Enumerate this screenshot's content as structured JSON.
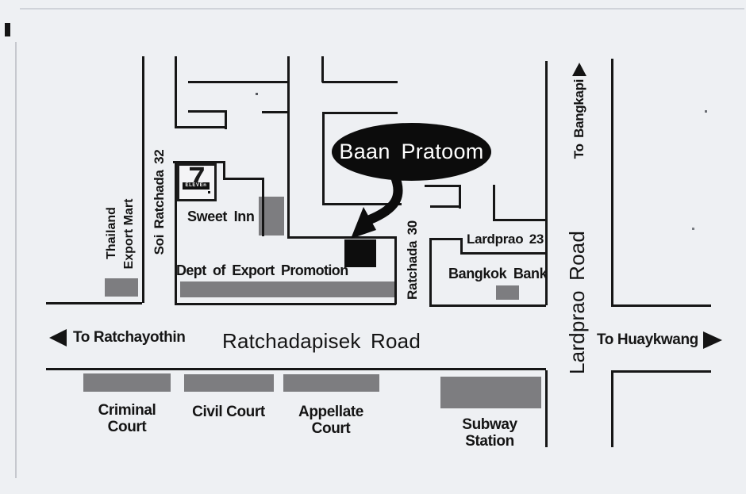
{
  "map": {
    "destination": {
      "label": "Baan Pratoom"
    },
    "places": {
      "sweet_inn": "Sweet Inn",
      "dept_export": "Dept of Export Promotion",
      "thailand_line1": "Thailand",
      "thailand_line2": "Export Mart",
      "bangkok_bank": "Bangkok Bank",
      "criminal_court": "Criminal Court",
      "civil_court": "Civil Court",
      "appellate_court": "Appellate Court",
      "subway_station": "Subway Station",
      "seven_eleven": {
        "seven": "7",
        "eleven": "ELEVEn"
      }
    },
    "roads": {
      "soi_ratchada_32": "Soi Ratchada 32",
      "ratchada_30": "Ratchada 30",
      "lardprao_23": "Lardprao 23",
      "ratchadapisek": "Ratchadapisek Road",
      "lardprao": "Lardprao Road"
    },
    "directions": {
      "to_bangkapi": "To Bangkapi",
      "to_ratchayothin": "To Ratchayothin",
      "to_huaykwang": "To Huaykwang"
    }
  },
  "colors": {
    "ink": "#161616",
    "paper": "#eef0f3",
    "building_gray": "#7d7d80",
    "marker_black": "#0c0c0c"
  }
}
